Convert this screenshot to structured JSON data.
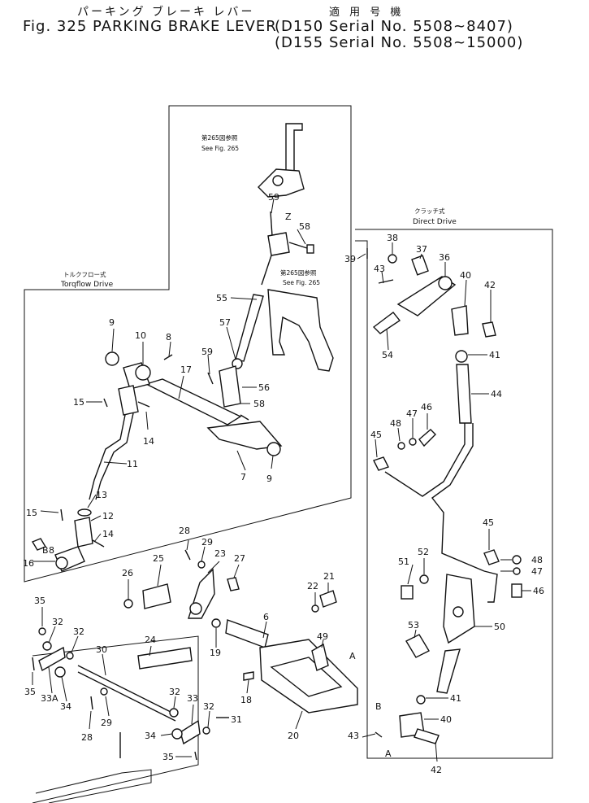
{
  "title": {
    "japanese": "パーキング ブレーキ レバー",
    "main": "Fig. 325 PARKING BRAKE LEVER",
    "applicability_jp": "適 用 号 機",
    "serial_1": "(D150 Serial No. 5508~8407)",
    "serial_2": "(D155 Serial No. 5508~15000)"
  },
  "sections": {
    "torqflow_jp": "トルクフロー式",
    "torqflow": "Torqflow Drive",
    "direct_jp": "クラッチ式",
    "direct": "Direct Drive"
  },
  "references": [
    {
      "jp": "第265図参照",
      "en": "See Fig. 265"
    },
    {
      "jp": "第265図参照",
      "en": "See Fig. 265"
    }
  ],
  "letters": {
    "z": "Z",
    "a": "A",
    "b": "B"
  },
  "callouts": {
    "c59a": "59",
    "c58a": "58",
    "c55": "55",
    "c57": "57",
    "c59b": "59",
    "c56": "56",
    "c58b": "58",
    "c9a": "9",
    "c10": "10",
    "c8a": "8",
    "c17": "17",
    "c15a": "15",
    "c14a": "14",
    "c11": "11",
    "c7": "7",
    "c9b": "9",
    "c13": "13",
    "c15b": "15",
    "c12": "12",
    "c14b": "14",
    "c8b": "8",
    "c16": "16",
    "c39": "39",
    "c38": "38",
    "c37": "37",
    "c36": "36",
    "c43a": "43",
    "c40a": "40",
    "c42a": "42",
    "c54": "54",
    "c41a": "41",
    "c44": "44",
    "c46a": "46",
    "c47a": "47",
    "c48a": "48",
    "c45a": "45",
    "c45b": "45",
    "c48b": "48",
    "c47b": "47",
    "c46b": "46",
    "c51": "51",
    "c52": "52",
    "c53": "53",
    "c50": "50",
    "c41b": "41",
    "c40b": "40",
    "c43b": "43",
    "c42b": "42",
    "c28a": "28",
    "c29a": "29",
    "c23": "23",
    "c27": "27",
    "c25": "25",
    "c26": "26",
    "c21": "21",
    "c22": "22",
    "c6": "6",
    "c19": "19",
    "c49": "49",
    "c18": "18",
    "c20": "20",
    "c35a": "35",
    "c32a": "32",
    "c32b": "32",
    "c24": "24",
    "c30": "30",
    "c35b": "35",
    "c33A": "33A",
    "c34a": "34",
    "c29b": "29",
    "c28b": "28",
    "c32c": "32",
    "c33": "33",
    "c32d": "32",
    "c31": "31",
    "c34b": "34",
    "c35c": "35"
  }
}
